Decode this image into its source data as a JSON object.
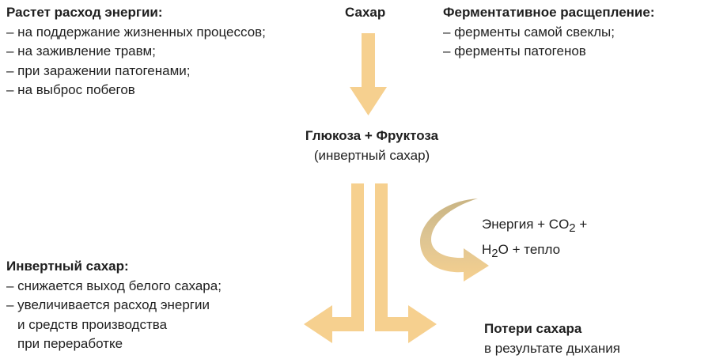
{
  "energy_use": {
    "heading": "Растет расход энергии:",
    "items": [
      "– на поддержание жизненных процессов;",
      "– на заживление травм;",
      "– при заражении патогенами;",
      "– на выброс побегов"
    ]
  },
  "sugar": {
    "label": "Сахар"
  },
  "enzymatic": {
    "heading": "Ферментативное расщепление:",
    "items": [
      "– ферменты самой свеклы;",
      "– ферменты патогенов"
    ]
  },
  "glucose_fructose": {
    "title": "Глюкоза + Фруктоза",
    "subtitle": "(инвертный сахар)"
  },
  "respiration_products": {
    "line1_prefix": "Энергия + CO",
    "line1_sub": "2",
    "line1_suffix": " +",
    "line2_prefix": "H",
    "line2_sub": "2",
    "line2_suffix": "O + тепло"
  },
  "invert_sugar": {
    "heading": "Инвертный сахар:",
    "items": [
      "– снижается выход белого сахара;",
      "– увеличивается расход энергии",
      "и средств производства",
      "при переработке"
    ]
  },
  "sugar_losses": {
    "heading": "Потери сахара",
    "subtitle": "в результате дыхания"
  },
  "colors": {
    "arrow_light": "#f6d08f",
    "arrow_dark": "#c9b483",
    "text": "#1f1f1f"
  }
}
